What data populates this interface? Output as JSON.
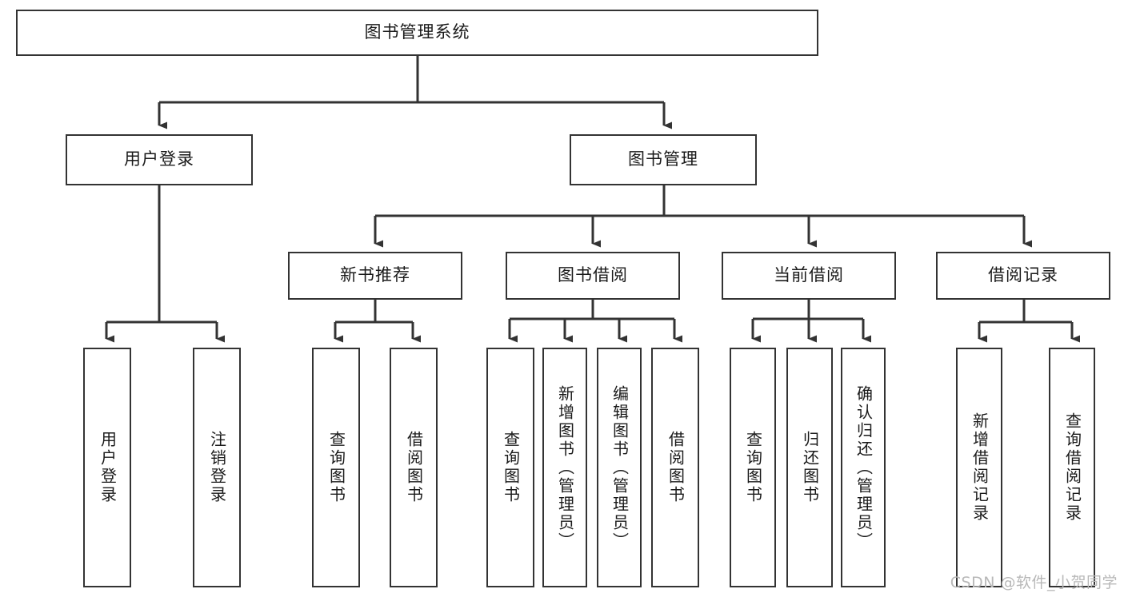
{
  "diagram": {
    "title": "图书管理系统",
    "type": "hierarchy-tree",
    "levels": 4,
    "colors": {
      "box_border": "#333333",
      "box_fill": "#ffffff",
      "connector": "#333333",
      "text": "#1a1a1a",
      "watermark": "#b8b8b8"
    },
    "root": {
      "label": "图书管理系统"
    },
    "level2": [
      {
        "label": "用户登录"
      },
      {
        "label": "图书管理"
      }
    ],
    "level3": [
      {
        "label": "新书推荐"
      },
      {
        "label": "图书借阅"
      },
      {
        "label": "当前借阅"
      },
      {
        "label": "借阅记录"
      }
    ],
    "leaves": {
      "user_login": [
        {
          "label": "用户登录"
        },
        {
          "label": "注销登录"
        }
      ],
      "new_book_recommend": [
        {
          "label": "查询图书"
        },
        {
          "label": "借阅图书"
        }
      ],
      "book_borrow": [
        {
          "label": "查询图书"
        },
        {
          "label": "新增图书（管理员）"
        },
        {
          "label": "编辑图书（管理员）"
        },
        {
          "label": "借阅图书"
        }
      ],
      "current_borrow": [
        {
          "label": "查询图书"
        },
        {
          "label": "归还图书"
        },
        {
          "label": "确认归还（管理员）"
        }
      ],
      "borrow_record": [
        {
          "label": "新增借阅记录"
        },
        {
          "label": "查询借阅记录"
        }
      ]
    }
  },
  "watermark": {
    "text": "CSDN @软件_小贺同学"
  }
}
